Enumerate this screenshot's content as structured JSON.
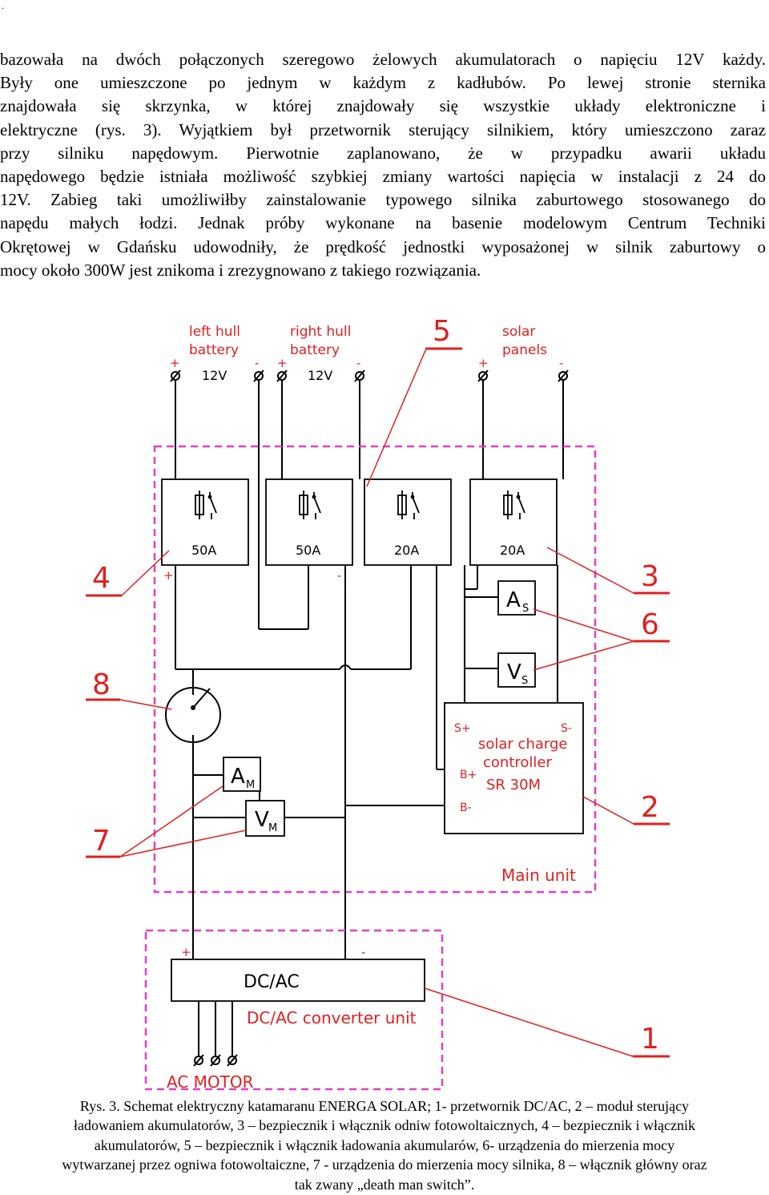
{
  "page_marker": ".",
  "paragraph": {
    "lines": [
      "bazowała na dwóch połączonych szeregowo żelowych akumulatorach o napięciu 12V każdy.",
      "Były one umieszczone po jednym w każdym z kadłubów. Po lewej stronie sternika",
      "znajdowała się skrzynka, w której znajdowały się wszystkie układy elektroniczne i",
      "elektryczne (rys. 3). Wyjątkiem był przetwornik sterujący silnikiem, który umieszczono zaraz",
      "przy silniku napędowym. Pierwotnie zaplanowano, że w przypadku awarii układu",
      "napędowego będzie istniała możliwość szybkiej zmiany wartości napięcia w instalacji z 24 do",
      "12V. Zabieg taki umożliwiłby zainstalowanie typowego silnika zaburtowego stosowanego do",
      "napędu małych łodzi. Jednak próby wykonane na basenie modelowym Centrum Techniki",
      "Okrętowej w Gdańsku udowodniły, że prędkość jednostki wyposażonej w silnik zaburtowy o",
      "mocy około 300W jest znikoma i zrezygnowano z takiego rozwiązania."
    ]
  },
  "diagram": {
    "colors": {
      "wire": "#000000",
      "annotation": "#e02020",
      "dashed_box": "#e040c0"
    },
    "top_labels": {
      "left_hull_line1": "left hull",
      "left_hull_line2": "battery",
      "right_hull_line1": "right hull",
      "right_hull_line2": "battery",
      "solar_line1": "solar",
      "solar_line2": "panels"
    },
    "battery_voltage_left": "12V",
    "battery_voltage_right": "12V",
    "terminal_signs": {
      "plus": "+",
      "minus": "-"
    },
    "fuse_ratings": [
      "50A",
      "50A",
      "20A",
      "20A"
    ],
    "meters": {
      "as_main": "A",
      "as_sub": "S",
      "vs_main": "V",
      "vs_sub": "S",
      "am_main": "A",
      "am_sub": "M",
      "vm_main": "V",
      "vm_sub": "M"
    },
    "controller": {
      "s_plus": "S+",
      "s_minus": "S-",
      "b_plus": "B+",
      "b_minus": "B-",
      "title_line1": "solar charge",
      "title_line2": "controller",
      "model": "SR 30M"
    },
    "main_unit_label": "Main unit",
    "converter": {
      "label": "DC/AC",
      "unit_label": "DC/AC converter unit",
      "plus": "+",
      "minus": "-"
    },
    "ac_motor_label": "AC MOTOR",
    "callouts": [
      "1",
      "2",
      "3",
      "4",
      "5",
      "6",
      "7",
      "8"
    ]
  },
  "caption": {
    "lines": [
      "Rys. 3. Schemat elektryczny katamaranu ENERGA SOLAR; 1- przetwornik DC/AC, 2 – moduł sterujący",
      "ładowaniem akumulatorów, 3 – bezpiecznik i włącznik odniw fotowoltaicznych, 4 – bezpiecznik i włącznik",
      "akumulatorów, 5 – bezpiecznik i włącznik ładowania akumularów, 6- urządzenia do mierzenia mocy",
      "wytwarzanej przez ogniwa fotowoltaiczne, 7 - urządzenia do mierzenia mocy silnika, 8 – włącznik główny oraz",
      "tak zwany „death man switch”."
    ]
  }
}
